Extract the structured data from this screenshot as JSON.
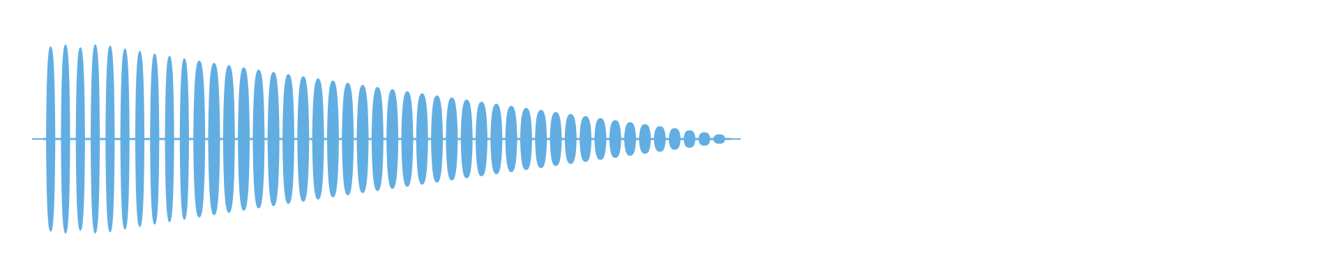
{
  "waveform": {
    "color": "#62aee3",
    "background_color": "#ffffff",
    "baseline_fraction": 0.5,
    "cycles": 46,
    "peak_amplitude": 1.0,
    "end_amplitude": 0.05
  }
}
